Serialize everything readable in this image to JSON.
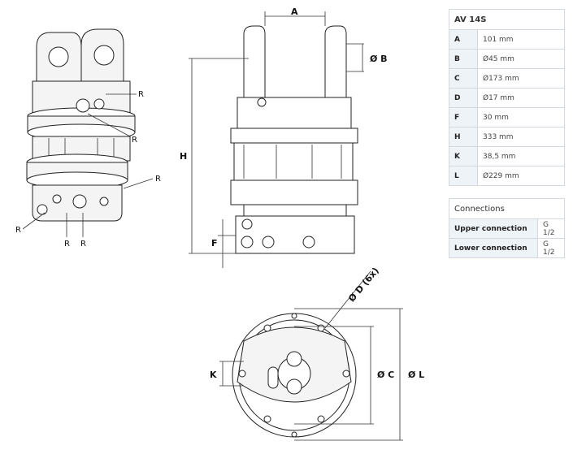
{
  "spec_table": {
    "title": "AV 14S",
    "rows": [
      {
        "key": "A",
        "value": "101 mm"
      },
      {
        "key": "B",
        "value": "Ø45 mm"
      },
      {
        "key": "C",
        "value": "Ø173 mm"
      },
      {
        "key": "D",
        "value": "Ø17 mm"
      },
      {
        "key": "F",
        "value": "30 mm"
      },
      {
        "key": "H",
        "value": "333 mm"
      },
      {
        "key": "K",
        "value": "38,5 mm"
      },
      {
        "key": "L",
        "value": "Ø229 mm"
      }
    ]
  },
  "connections_table": {
    "title": "Connections",
    "rows": [
      {
        "key": "Upper connection",
        "value": "G 1/2"
      },
      {
        "key": "Lower connection",
        "value": "G 1/2"
      }
    ]
  },
  "diagram": {
    "iso_labels": [
      "R",
      "R",
      "R",
      "R",
      "R",
      "R"
    ],
    "side_labels": {
      "A": "A",
      "B": "Ø B",
      "H": "H",
      "F": "F"
    },
    "bottom_labels": {
      "D": "Ø D (6x)",
      "C": "Ø C",
      "L": "Ø L",
      "K": "K"
    }
  }
}
